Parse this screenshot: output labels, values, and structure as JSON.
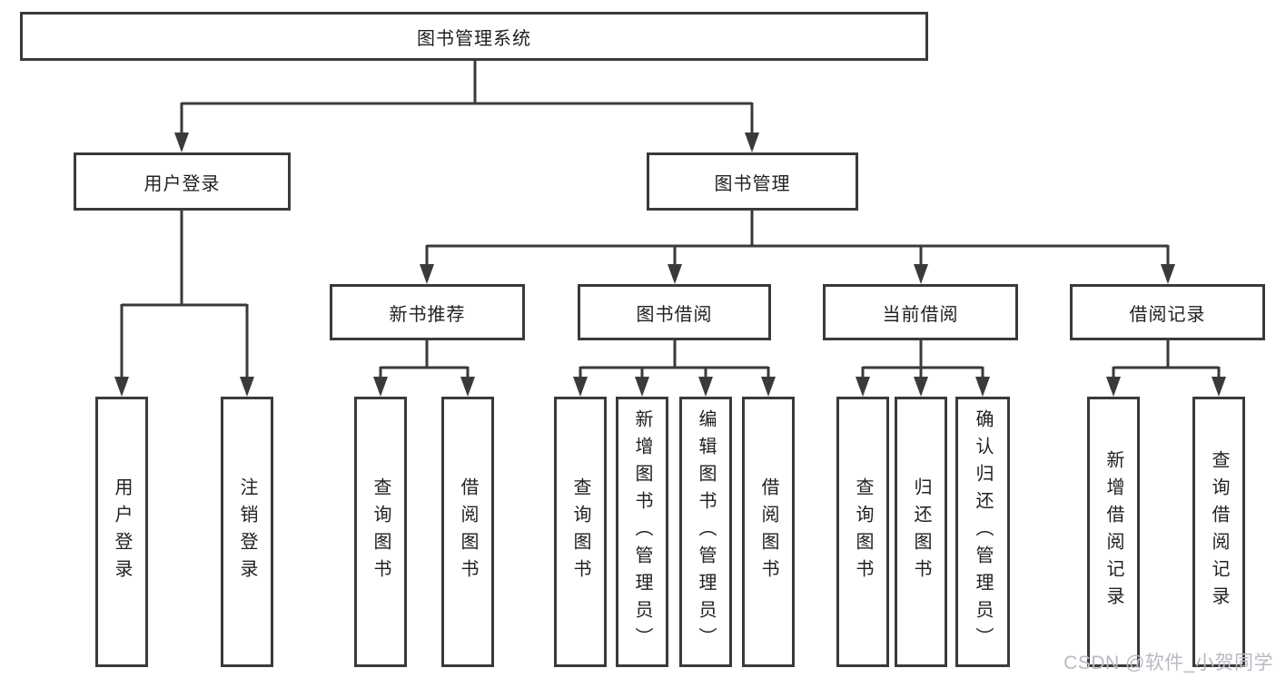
{
  "diagram": {
    "root": {
      "label": "图书管理系统"
    },
    "level2": [
      {
        "label": "用户登录",
        "children": [
          "用户登录",
          "注销登录"
        ]
      },
      {
        "label": "图书管理"
      }
    ],
    "level3": [
      {
        "label": "新书推荐",
        "children": [
          "查询图书",
          "借阅图书"
        ]
      },
      {
        "label": "图书借阅",
        "children": [
          "查询图书",
          "新增图书（管理员）",
          "编辑图书（管理员）",
          "借阅图书"
        ]
      },
      {
        "label": "当前借阅",
        "children": [
          "查询图书",
          "归还图书",
          "确认归还（管理员）"
        ]
      },
      {
        "label": "借阅记录",
        "children": [
          "新增借阅记录",
          "查询借阅记录"
        ]
      }
    ]
  },
  "watermark": {
    "text": "CSDN @软件_小贺同学"
  },
  "colors": {
    "border": "#3a3a3a",
    "text": "#212121",
    "background": "#ffffff",
    "watermark": "#b9b9c2"
  }
}
